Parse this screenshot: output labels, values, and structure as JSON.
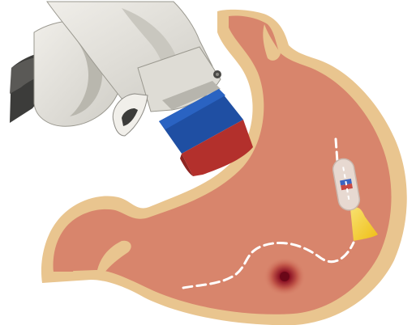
{
  "figure": {
    "elements": [
      "robotic-arm",
      "permanent-magnet",
      "stomach",
      "magnetic-capsule-robot",
      "capsule-light-cone",
      "capsule-trajectory",
      "gastric-lesion"
    ]
  },
  "colors": {
    "stomach_wall": "#e9c58f",
    "stomach_lumen": "#d8856c",
    "magnet_north": "#1f4fa3",
    "magnet_south": "#b3302c",
    "arm_light": "#e4e2dc",
    "arm_shadow": "#8c8a84",
    "arm_dark": "#3c3c3a",
    "capsule_shell": "#e8ddd7",
    "capsule_light": "#f4cc2a",
    "trajectory": "#ffffff",
    "lesion_core": "#7a0a1c",
    "lesion_halo": "#c0584a"
  }
}
